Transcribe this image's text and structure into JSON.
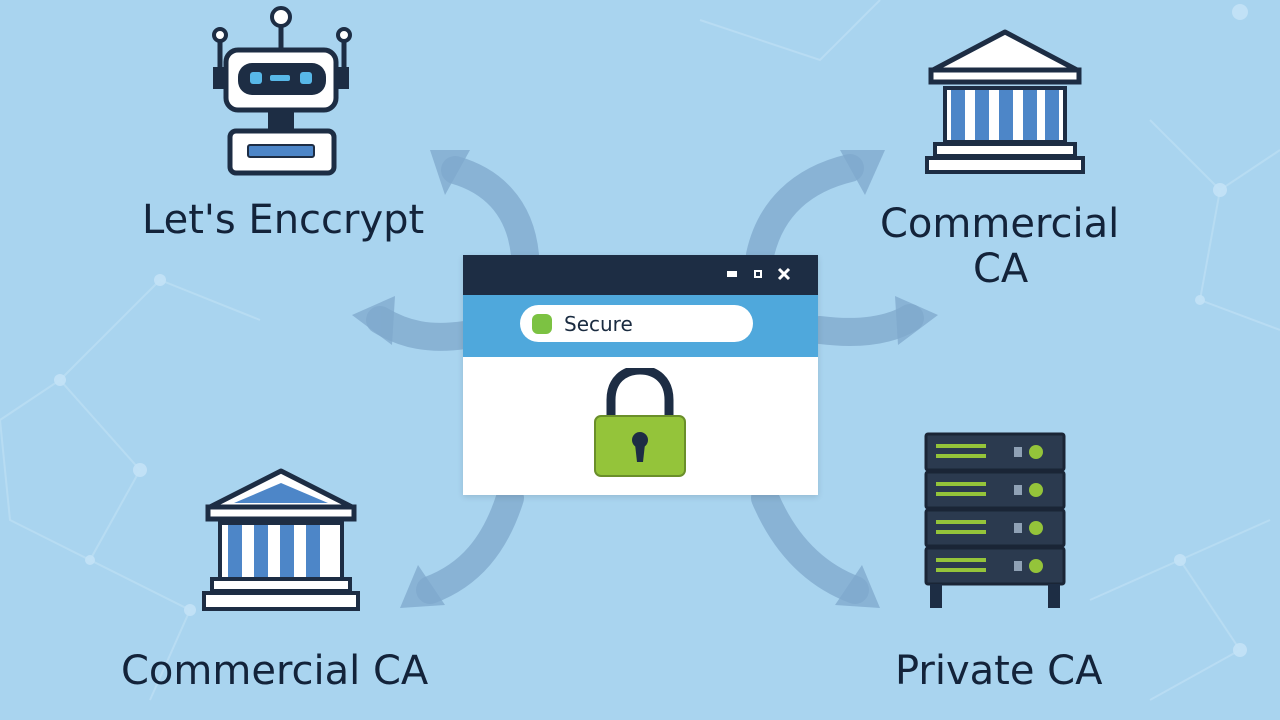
{
  "nodes": {
    "top_left": {
      "label": "Let's Enccrypt",
      "icon": "robot-icon"
    },
    "top_right": {
      "label_line1": "Commercial",
      "label_line2": "CA",
      "icon": "bank-building-icon"
    },
    "bottom_left": {
      "label": "Commercial CA",
      "icon": "bank-building-icon"
    },
    "bottom_right": {
      "label": "Private CA",
      "icon": "server-rack-icon"
    }
  },
  "center": {
    "browser": {
      "controls": [
        "minimize",
        "maximize",
        "close"
      ],
      "address_text": "Secure",
      "icon": "padlock-icon"
    }
  },
  "colors": {
    "background": "#a9d4ef",
    "dark_navy": "#1d2d44",
    "address_bar_blue": "#4fa8dc",
    "accent_green": "#94c43a",
    "icon_blue": "#4d86c8",
    "arrow": "#7fa8cc"
  }
}
